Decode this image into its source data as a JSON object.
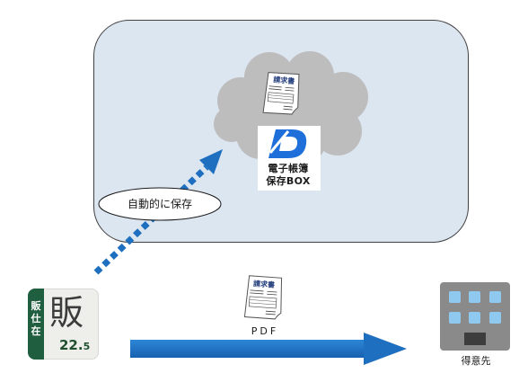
{
  "cloud_section": {
    "background_color": "#dce6f1",
    "cloud_color": "#bdbdbd",
    "document_label": "請求書",
    "service_logo": {
      "mark": "D",
      "line1": "電子帳簿",
      "line2": "保存BOX",
      "color": "#1e6fd9"
    }
  },
  "auto_save_label": "自動的に保存",
  "pdf_document": {
    "document_label": "請求書",
    "label": "PDF"
  },
  "app_icon": {
    "band_chars": [
      "販",
      "仕",
      "在"
    ],
    "main_char": "販",
    "version_major": "22.",
    "version_minor": "5",
    "band_color": "#1f5f3f"
  },
  "customer": {
    "icon": "building-icon",
    "label": "得意先"
  },
  "arrows": {
    "dotted_color": "#1e6fc0",
    "solid_color": "#1e6fc0"
  }
}
